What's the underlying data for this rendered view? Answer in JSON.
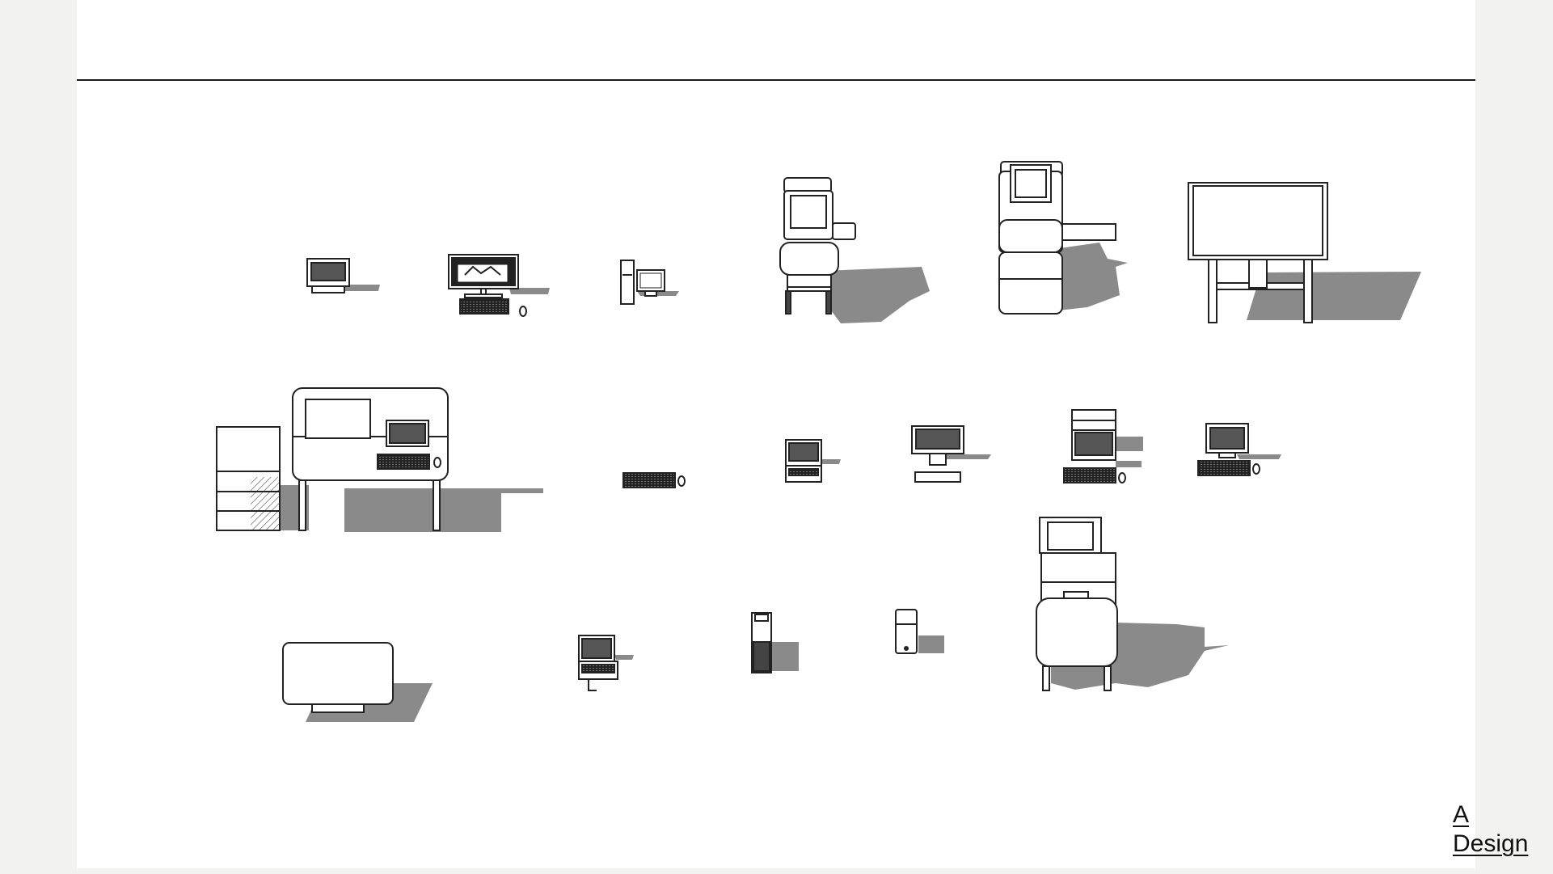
{
  "brand": {
    "line1": "A",
    "line2": "Design"
  },
  "colors": {
    "shadow": "#8a8a8a",
    "line": "#222222",
    "sheet": "#ffffff",
    "background": "#f2f2f1"
  },
  "items": {
    "row1": [
      "small-monitor",
      "desktop-with-keyboard-and-mouse",
      "tower-pc-with-monitor",
      "medical-workstation-cart",
      "tall-medical-cart",
      "standing-desk-with-whiteboard"
    ],
    "row2": [
      "desk-with-drawer-cabinet",
      "keyboard-and-mouse",
      "laptop",
      "all-in-one-with-keyboard",
      "monitor-with-stacked-devices",
      "monitor-with-keyboard"
    ],
    "row3": [
      "large-display",
      "laptop-with-stand",
      "tower-pc",
      "tablet",
      "mobile-cart-with-screen"
    ]
  }
}
